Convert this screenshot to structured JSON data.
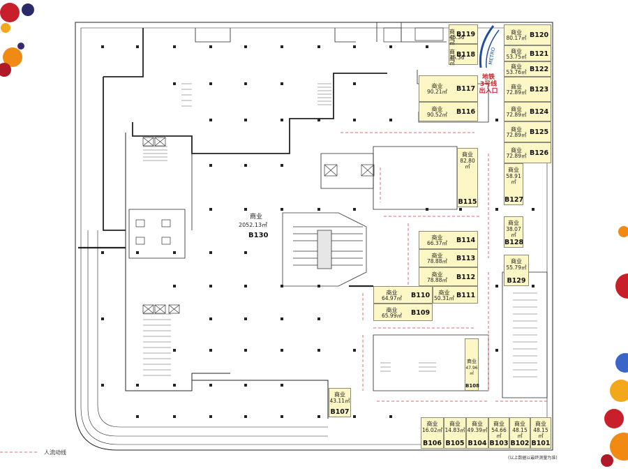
{
  "plan": {
    "main_store": {
      "name": "商业",
      "area": "2052.13㎡",
      "code": "B130"
    },
    "units": [
      {
        "code": "B101",
        "name": "商业",
        "area": "48.15㎡"
      },
      {
        "code": "B102",
        "name": "商业",
        "area": "48.15㎡"
      },
      {
        "code": "B103",
        "name": "商业",
        "area": "54.66㎡"
      },
      {
        "code": "B104",
        "name": "商业",
        "area": "49.39㎡"
      },
      {
        "code": "B105",
        "name": "商业",
        "area": "14.83㎡"
      },
      {
        "code": "B106",
        "name": "商业",
        "area": "16.02㎡"
      },
      {
        "code": "B107",
        "name": "商业",
        "area": "43.11㎡"
      },
      {
        "code": "B108",
        "name": "商业",
        "area": "47.96㎡"
      },
      {
        "code": "B109",
        "name": "商业",
        "area": "65.99㎡"
      },
      {
        "code": "B110",
        "name": "商业",
        "area": "64.97㎡"
      },
      {
        "code": "B111",
        "name": "商业",
        "area": "50.31㎡"
      },
      {
        "code": "B112",
        "name": "商业",
        "area": "78.88㎡"
      },
      {
        "code": "B113",
        "name": "商业",
        "area": "78.88㎡"
      },
      {
        "code": "B114",
        "name": "商业",
        "area": "66.37㎡"
      },
      {
        "code": "B115",
        "name": "商业",
        "area": "82.80㎡"
      },
      {
        "code": "B116",
        "name": "商业",
        "area": "90.52㎡"
      },
      {
        "code": "B117",
        "name": "商业",
        "area": "90.21㎡"
      },
      {
        "code": "B118",
        "name": "商业",
        "area": "35.36㎡"
      },
      {
        "code": "B119",
        "name": "商业",
        "area": "45.36㎡"
      },
      {
        "code": "B120",
        "name": "商业",
        "area": "80.17㎡"
      },
      {
        "code": "B121",
        "name": "商业",
        "area": "53.75㎡"
      },
      {
        "code": "B122",
        "name": "商业",
        "area": "53.76㎡"
      },
      {
        "code": "B123",
        "name": "商业",
        "area": "72.89㎡"
      },
      {
        "code": "B124",
        "name": "商业",
        "area": "72.89㎡"
      },
      {
        "code": "B125",
        "name": "商业",
        "area": "72.89㎡"
      },
      {
        "code": "B126",
        "name": "商业",
        "area": "72.89㎡"
      },
      {
        "code": "B127",
        "name": "商业",
        "area": "58.91㎡"
      },
      {
        "code": "B128",
        "name": "商业",
        "area": "38.07㎡"
      },
      {
        "code": "B129",
        "name": "商业",
        "area": "55.79㎡"
      }
    ],
    "metro": {
      "line1": "地铁",
      "line2": "3号线",
      "line3": "出入口",
      "logo_text": "METRO"
    },
    "legend": {
      "label": "人流动线"
    },
    "note": "(以上数据以最终测量为准)",
    "colors": {
      "shop_fill": "#fdf7c6",
      "flow_line": "#e06a6a",
      "metro_red": "#d1202c",
      "wall": "#222222"
    }
  }
}
